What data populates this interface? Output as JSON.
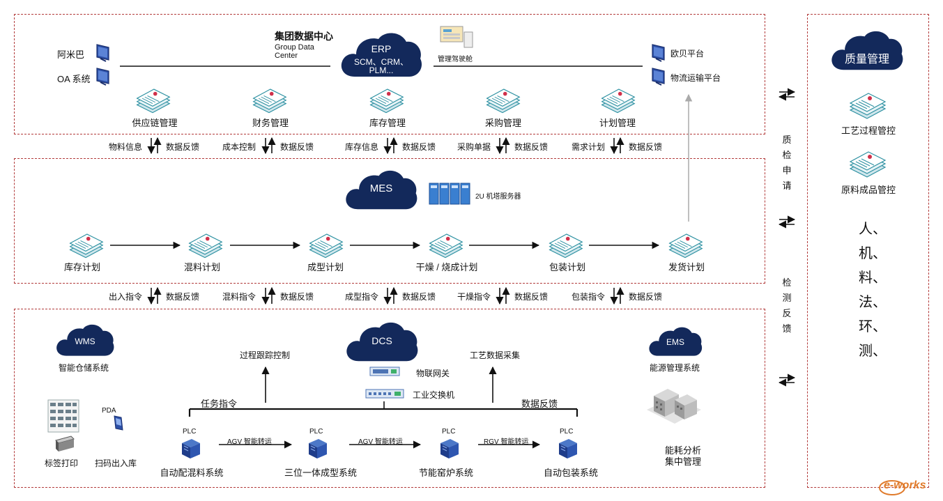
{
  "top": {
    "group_center_title": "集团数据中心",
    "group_center_en1": "Group Data",
    "group_center_en2": "Center",
    "erp": {
      "title": "ERP",
      "line1": "SCM、CRM、",
      "line2": "PLM..."
    },
    "cockpit": "管理驾驶舱",
    "left_systems": [
      "阿米巴",
      "OA 系统"
    ],
    "right_systems": [
      "欧贝平台",
      "物流运输平台"
    ],
    "modules": [
      "供应链管理",
      "财务管理",
      "库存管理",
      "采购管理",
      "计划管理"
    ]
  },
  "flow1": [
    {
      "down": "物料信息",
      "up": "数据反馈"
    },
    {
      "down": "成本控制",
      "up": "数据反馈"
    },
    {
      "down": "库存信息",
      "up": "数据反馈"
    },
    {
      "down": "采购单据",
      "up": "数据反馈"
    },
    {
      "down": "需求计划",
      "up": "数据反馈"
    }
  ],
  "mes": {
    "title": "MES",
    "server": "2U 机塔服务器",
    "plans": [
      "库存计划",
      "混料计划",
      "成型计划",
      "干燥 / 烧成计划",
      "包装计划",
      "发货计划"
    ]
  },
  "flow2": [
    {
      "down": "出入指令",
      "up": "数据反馈"
    },
    {
      "down": "混料指令",
      "up": "数据反馈"
    },
    {
      "down": "成型指令",
      "up": "数据反馈"
    },
    {
      "down": "干燥指令",
      "up": "数据反馈"
    },
    {
      "down": "包装指令",
      "up": "数据反馈"
    }
  ],
  "bottom": {
    "wms": {
      "title": "WMS",
      "label": "智能仓储系统"
    },
    "dcs": {
      "title": "DCS"
    },
    "ems": {
      "title": "EMS",
      "label": "能源管理系统"
    },
    "tracking": "过程跟踪控制",
    "collect": "工艺数据采集",
    "gateway": "物联网关",
    "switch": "工业交换机",
    "task": "任务指令",
    "feedback": "数据反馈",
    "pda": "PDA",
    "label_print": "标签打印",
    "scan": "扫码出入库",
    "plc": "PLC",
    "systems": [
      "自动配混料系统",
      "三位一体成型系统",
      "节能窑炉系统",
      "自动包装系统"
    ],
    "transports": [
      "AGV 智能转运",
      "AGV 智能转运",
      "RGV 智能转运"
    ],
    "energy1": "能耗分析",
    "energy2": "集中管理"
  },
  "middle": {
    "qc_apply": [
      "质",
      "检",
      "申",
      "请"
    ],
    "test_feedback": [
      "检",
      "测",
      "反",
      "馈"
    ]
  },
  "quality": {
    "title": "质量管理",
    "items": [
      "工艺过程管控",
      "原料成品管控"
    ],
    "factors": [
      "人、",
      "机、",
      "料、",
      "法、",
      "环、",
      "测、"
    ]
  },
  "watermark": "e-works",
  "colors": {
    "navy": "#13295b",
    "dash": "#b23a3a",
    "doc": "#2a8fa0"
  }
}
